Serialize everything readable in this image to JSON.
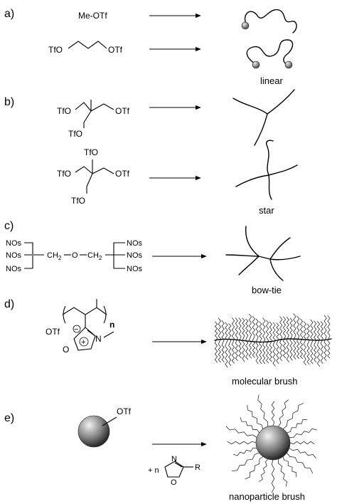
{
  "panels": {
    "a": {
      "label": "a)",
      "reagent1": "Me-OTf",
      "reagent2_left": "TfO",
      "reagent2_right": "OTf",
      "product": "linear"
    },
    "b": {
      "label": "b)",
      "reagent1": {
        "tl": "TfO",
        "tr": "OTf",
        "b": "TfO"
      },
      "reagent2": {
        "top": "TfO",
        "left": "TfO",
        "right": "OTf",
        "bottom": "TfO"
      },
      "product": "star"
    },
    "c": {
      "label": "c)",
      "left_groups": [
        "NOs",
        "NOs",
        "NOs"
      ],
      "core_left": "CH",
      "core_sub": "2",
      "core_o": "O",
      "core_right": "CH",
      "right_groups": [
        "NOs",
        "NOs",
        "NOs"
      ],
      "product": "bow-tie"
    },
    "d": {
      "label": "d)",
      "subscript": "n",
      "counterion": "OTf",
      "minus": "−",
      "plus": "+",
      "ring_o": "O",
      "ring_n": "N",
      "product": "molecular brush"
    },
    "e": {
      "label": "e)",
      "group": "OTf",
      "monomer_prefix": "+ n",
      "ring_n": "N",
      "ring_o": "O",
      "ring_r": "R",
      "product": "nanoparticle brush"
    }
  }
}
